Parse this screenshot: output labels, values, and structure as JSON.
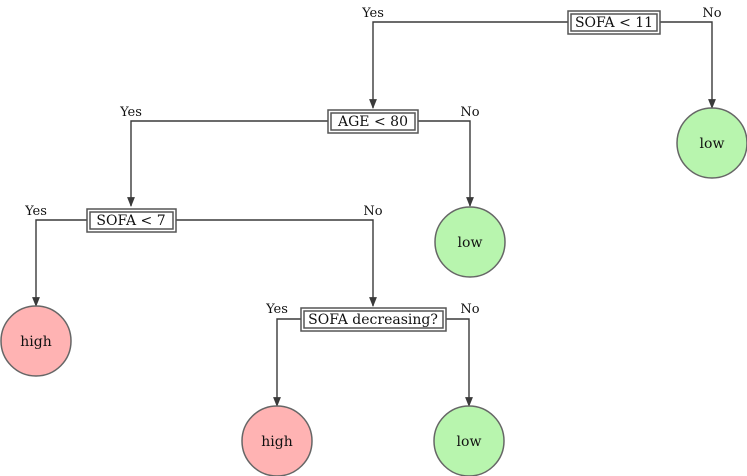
{
  "diagram": {
    "colors": {
      "low_fill": "#b8f5ae",
      "high_fill": "#ffb3b3",
      "edge": "#3a3a3a"
    },
    "decisions": [
      {
        "id": "n1",
        "label": "SOFA < 11"
      },
      {
        "id": "n2",
        "label": "AGE < 80"
      },
      {
        "id": "n3",
        "label": "SOFA < 7"
      },
      {
        "id": "n4",
        "label": "SOFA decreasing?"
      }
    ],
    "leaves": [
      {
        "id": "l1",
        "label": "low",
        "risk": "low"
      },
      {
        "id": "l2",
        "label": "low",
        "risk": "low"
      },
      {
        "id": "l3",
        "label": "high",
        "risk": "high"
      },
      {
        "id": "l4",
        "label": "high",
        "risk": "high"
      },
      {
        "id": "l5",
        "label": "low",
        "risk": "low"
      }
    ],
    "branch_labels": {
      "yes": "Yes",
      "no": "No"
    },
    "edges": [
      {
        "from": "n1",
        "to": "n2",
        "branch": "yes"
      },
      {
        "from": "n1",
        "to": "l1",
        "branch": "no"
      },
      {
        "from": "n2",
        "to": "n3",
        "branch": "yes"
      },
      {
        "from": "n2",
        "to": "l2",
        "branch": "no"
      },
      {
        "from": "n3",
        "to": "l3",
        "branch": "yes"
      },
      {
        "from": "n3",
        "to": "n4",
        "branch": "no"
      },
      {
        "from": "n4",
        "to": "l4",
        "branch": "yes"
      },
      {
        "from": "n4",
        "to": "l5",
        "branch": "no"
      }
    ]
  }
}
